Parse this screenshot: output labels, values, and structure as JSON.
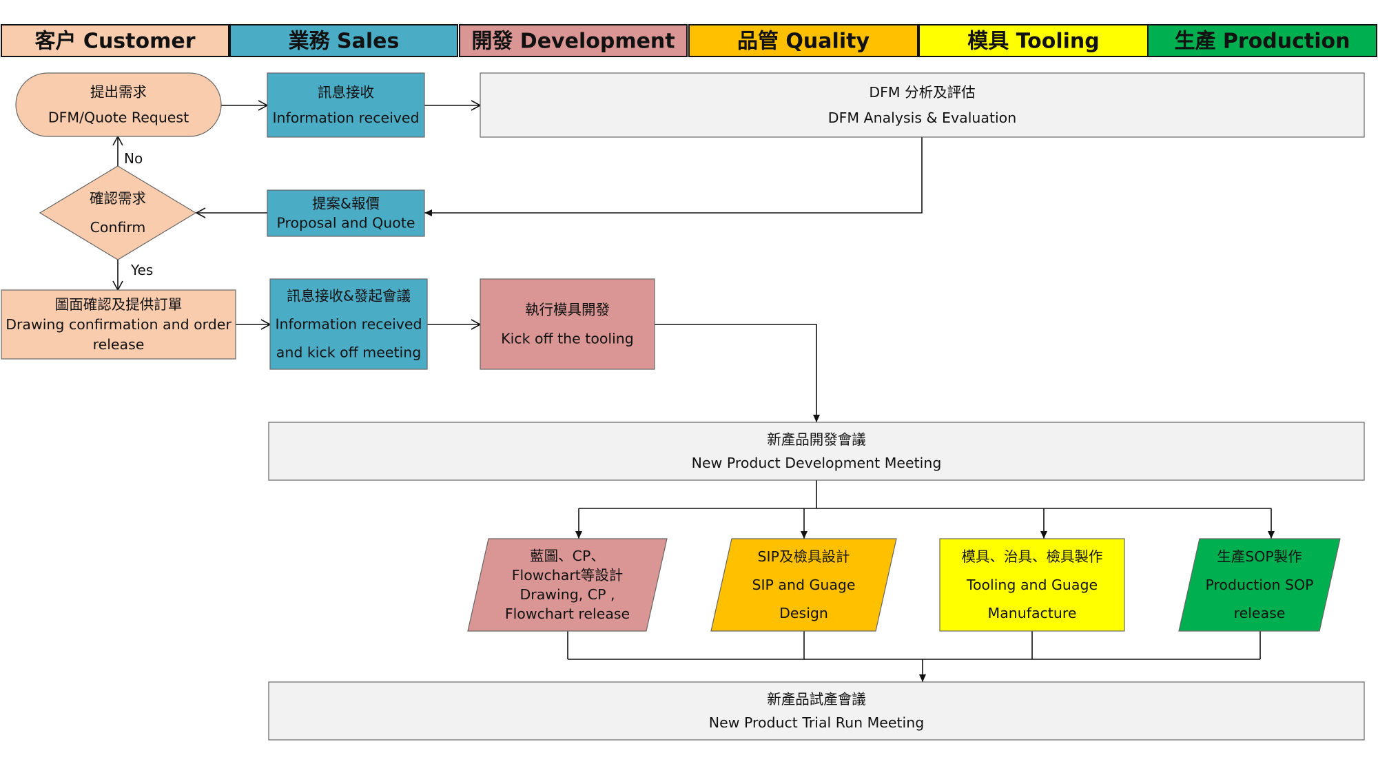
{
  "lanes": [
    {
      "id": "customer",
      "label": "客户 Customer",
      "color": "#F8CCAD"
    },
    {
      "id": "sales",
      "label": "業務 Sales",
      "color": "#4BACC6"
    },
    {
      "id": "development",
      "label": "開發 Development",
      "color": "#DA9694"
    },
    {
      "id": "quality",
      "label": "品管 Quality",
      "color": "#FFC000"
    },
    {
      "id": "tooling",
      "label": "模具 Tooling",
      "color": "#FFFF00"
    },
    {
      "id": "production",
      "label": "生產 Production",
      "color": "#00B050"
    }
  ],
  "nodes": [
    {
      "id": "dfm-request",
      "shape": "terminator",
      "fill": "#F8CCAD",
      "lines": [
        "提出需求",
        "DFM/Quote Request"
      ]
    },
    {
      "id": "info-received",
      "shape": "rect",
      "fill": "#4BACC6",
      "lines": [
        "訊息接收",
        "Information received"
      ]
    },
    {
      "id": "dfm-analysis",
      "shape": "rect",
      "fill": "#F2F2F2",
      "lines": [
        "DFM  分析及評估",
        "DFM Analysis & Evaluation"
      ]
    },
    {
      "id": "proposal-quote",
      "shape": "rect",
      "fill": "#4BACC6",
      "lines": [
        "提案&報價",
        "Proposal and Quote"
      ]
    },
    {
      "id": "confirm",
      "shape": "diamond",
      "fill": "#F8CCAD",
      "lines": [
        "確認需求",
        "Confirm"
      ]
    },
    {
      "id": "drawing-confirmation",
      "shape": "rect",
      "fill": "#F8CCAD",
      "lines": [
        "圖面確認及提供訂單",
        "Drawing confirmation and order",
        "release"
      ]
    },
    {
      "id": "kickoff-meeting",
      "shape": "rect",
      "fill": "#4BACC6",
      "lines": [
        "訊息接收&發起會議",
        "Information received",
        "and kick off meeting"
      ]
    },
    {
      "id": "kickoff-tooling",
      "shape": "rect",
      "fill": "#DA9694",
      "lines": [
        "執行模具開發",
        "Kick off the tooling"
      ]
    },
    {
      "id": "npd-meeting",
      "shape": "rect",
      "fill": "#F2F2F2",
      "lines": [
        "新產品開發會議",
        "New Product Development Meeting"
      ]
    },
    {
      "id": "drawing-cp-release",
      "shape": "parallelogram",
      "fill": "#DA9694",
      "lines": [
        "藍圖、CP、",
        "Flowchart等設計",
        "Drawing, CP ,",
        "Flowchart release"
      ]
    },
    {
      "id": "sip-guage-design",
      "shape": "parallelogram",
      "fill": "#FFC000",
      "lines": [
        "SIP及檢具設計",
        "SIP  and Guage",
        "Design"
      ]
    },
    {
      "id": "tooling-guage-manufacture",
      "shape": "rect",
      "fill": "#FFFF00",
      "lines": [
        "模具、治具、檢具製作",
        "Tooling and Guage",
        "Manufacture"
      ]
    },
    {
      "id": "production-sop",
      "shape": "parallelogram",
      "fill": "#00B050",
      "lines": [
        "生產SOP製作",
        "Production SOP",
        "release"
      ]
    },
    {
      "id": "trial-run-meeting",
      "shape": "rect",
      "fill": "#F2F2F2",
      "lines": [
        "新產品試產會議",
        "New Product Trial Run Meeting"
      ]
    }
  ],
  "edge_labels": {
    "no": "No",
    "yes": "Yes"
  }
}
